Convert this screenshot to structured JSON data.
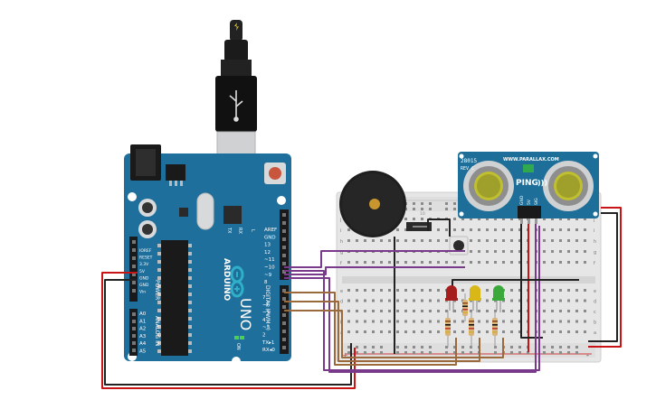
{
  "arduino": {
    "brand": "ARDUINO",
    "model": "UNO",
    "digital_label": "DIGITAL (PWM~)",
    "power_label": "POWER",
    "analog_label": "ANALOG IN",
    "on_label": "ON",
    "tx_label": "TX",
    "rx_label": "RX",
    "l_label": "L",
    "header_pins": [
      "AREF",
      "GND",
      "13",
      "12",
      "~11",
      "~10",
      "~9",
      "8"
    ],
    "header_pins_low": [
      "7",
      "~6",
      "~5",
      "4",
      "~3",
      "2",
      "TX▸1",
      "RX◂0"
    ],
    "power_pins": [
      "IOREF",
      "RESET",
      "3.3V",
      "5V",
      "GND",
      "GND",
      "Vin"
    ],
    "analog_pins": [
      "A0",
      "A1",
      "A2",
      "A3",
      "A4",
      "A5"
    ],
    "board_color": "#1f6f9c",
    "logo_color": "#2fb0c7"
  },
  "sensor": {
    "part": "28015",
    "rev": "REV C",
    "website": "WWW.PARALLAX.COM",
    "name": "PING",
    "suffix": ")))",
    "pins": [
      "GND",
      "5V",
      "SIG"
    ],
    "color": "#1d6f99"
  },
  "breadboard": {
    "rows_top": [
      "j",
      "i",
      "h",
      "g",
      "f"
    ],
    "rows_bottom": [
      "e",
      "d",
      "c",
      "b",
      "a"
    ],
    "plus": "+",
    "minus": "-",
    "columns": [
      "1",
      "5",
      "10",
      "15",
      "20",
      "25",
      "30"
    ]
  },
  "leds": [
    {
      "color": "#a51d1d"
    },
    {
      "color": "#d9b717"
    },
    {
      "color": "#3aa83a"
    }
  ],
  "wire_colors": {
    "power_red": "#c81414",
    "ground_black": "#222222",
    "signal_purple": "#7a3a8c",
    "signal_brown": "#9b6a3c"
  }
}
